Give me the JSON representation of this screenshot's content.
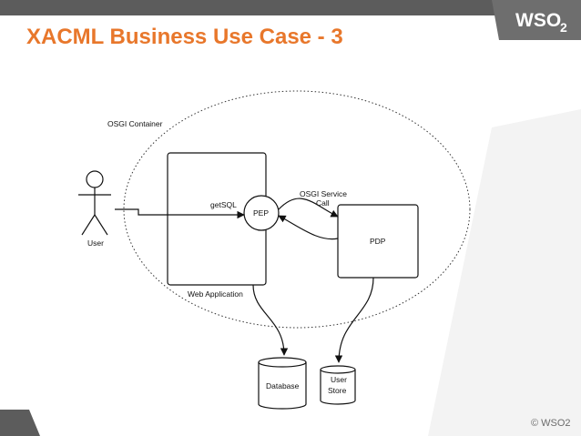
{
  "slide": {
    "title": "XACML Business Use Case - 3",
    "logo": {
      "text": "WSO",
      "suffix": "2"
    },
    "footer": "© WSO2"
  },
  "diagram": {
    "container_label": "OSGI Container",
    "user_label": "User",
    "webapp_label": "Web Application",
    "pep_label": "PEP",
    "pdp_label": "PDP",
    "getsql_label": "getSQL",
    "osgi_call_line1": "OSGI Service",
    "osgi_call_line2": "Call",
    "database_label": "Database",
    "userstore_line1": "User",
    "userstore_line2": "Store"
  },
  "colors": {
    "title": "#e8772b",
    "topbar": "#5c5c5c",
    "logo_tab": "#6e6e6e",
    "background_shape": "#f2f2f2"
  }
}
